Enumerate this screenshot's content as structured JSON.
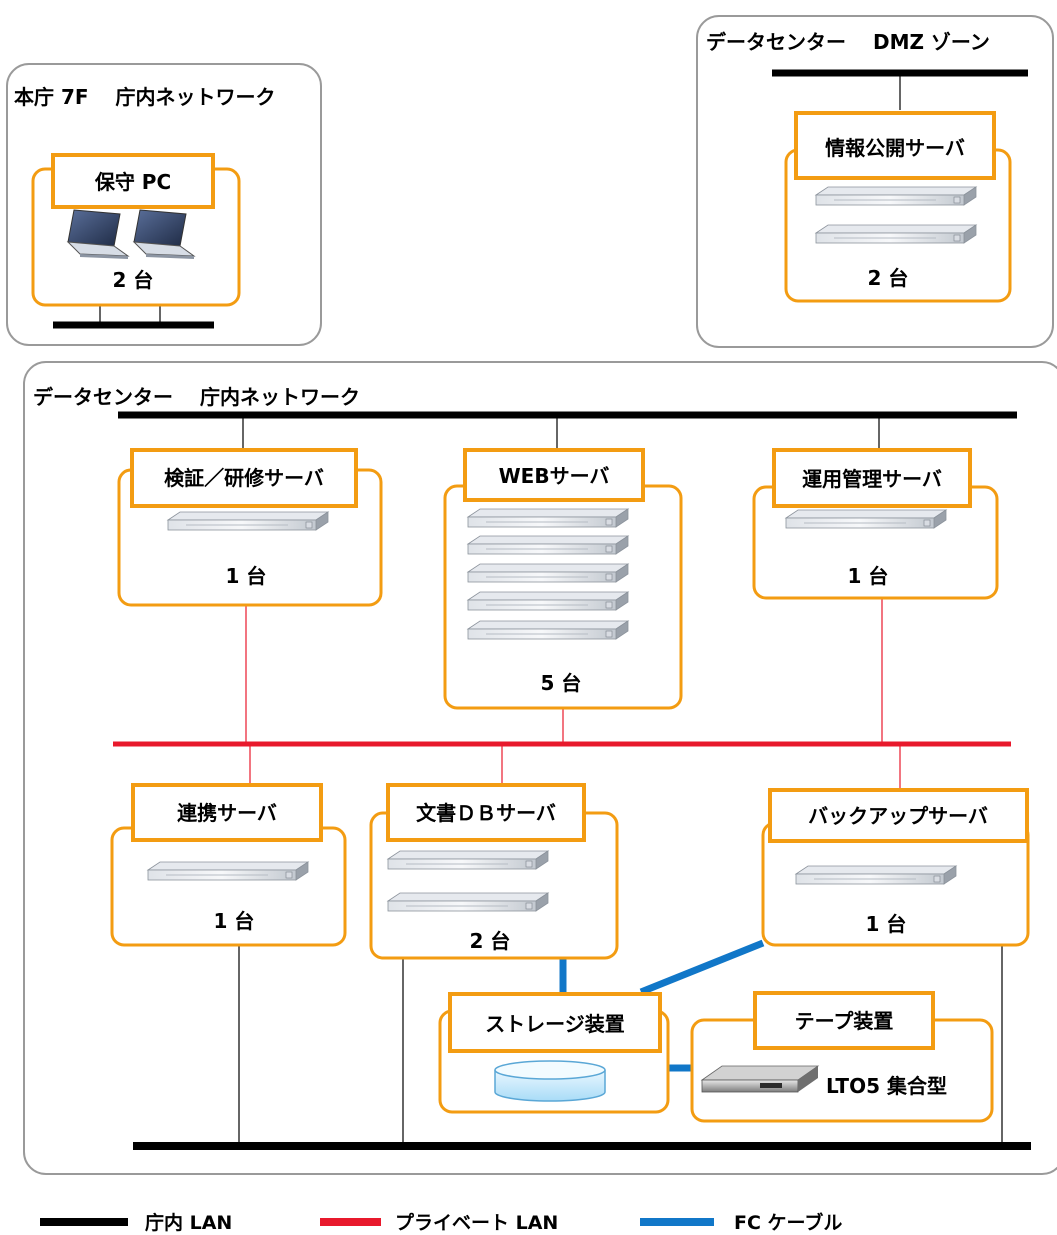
{
  "zones": {
    "honcho": "本庁 7F　 庁内ネットワーク",
    "dmz": "データセンター　 DMZ ゾーン",
    "dc": "データセンター　 庁内ネットワーク"
  },
  "nodes": {
    "maintenance_pc": {
      "label": "保守 PC",
      "count": "2 台"
    },
    "info_server": {
      "label": "情報公開サーバ",
      "count": "2 台"
    },
    "verify_server": {
      "label": "検証／研修サーバ",
      "count": "1 台"
    },
    "web_server": {
      "label": "WEBサーバ",
      "count": "5 台"
    },
    "ops_server": {
      "label": "運用管理サーバ",
      "count": "1 台"
    },
    "link_server": {
      "label": "連携サーバ",
      "count": "1 台"
    },
    "docdb_server": {
      "label": "文書ＤＢサーバ",
      "count": "2 台"
    },
    "backup_server": {
      "label": "バックアップサーバ",
      "count": "1 台"
    },
    "storage": {
      "label": "ストレージ装置"
    },
    "tape": {
      "label": "テープ装置",
      "detail": "LTO5 集合型"
    }
  },
  "legend": {
    "lan": "庁内 LAN",
    "private": "プライベート LAN",
    "fc": "FC ケーブル"
  },
  "colors": {
    "orange": "#f39c12",
    "lan": "#000000",
    "private": "#e8192c",
    "fc": "#1177c8",
    "zone_border": "#9a9a9a"
  }
}
